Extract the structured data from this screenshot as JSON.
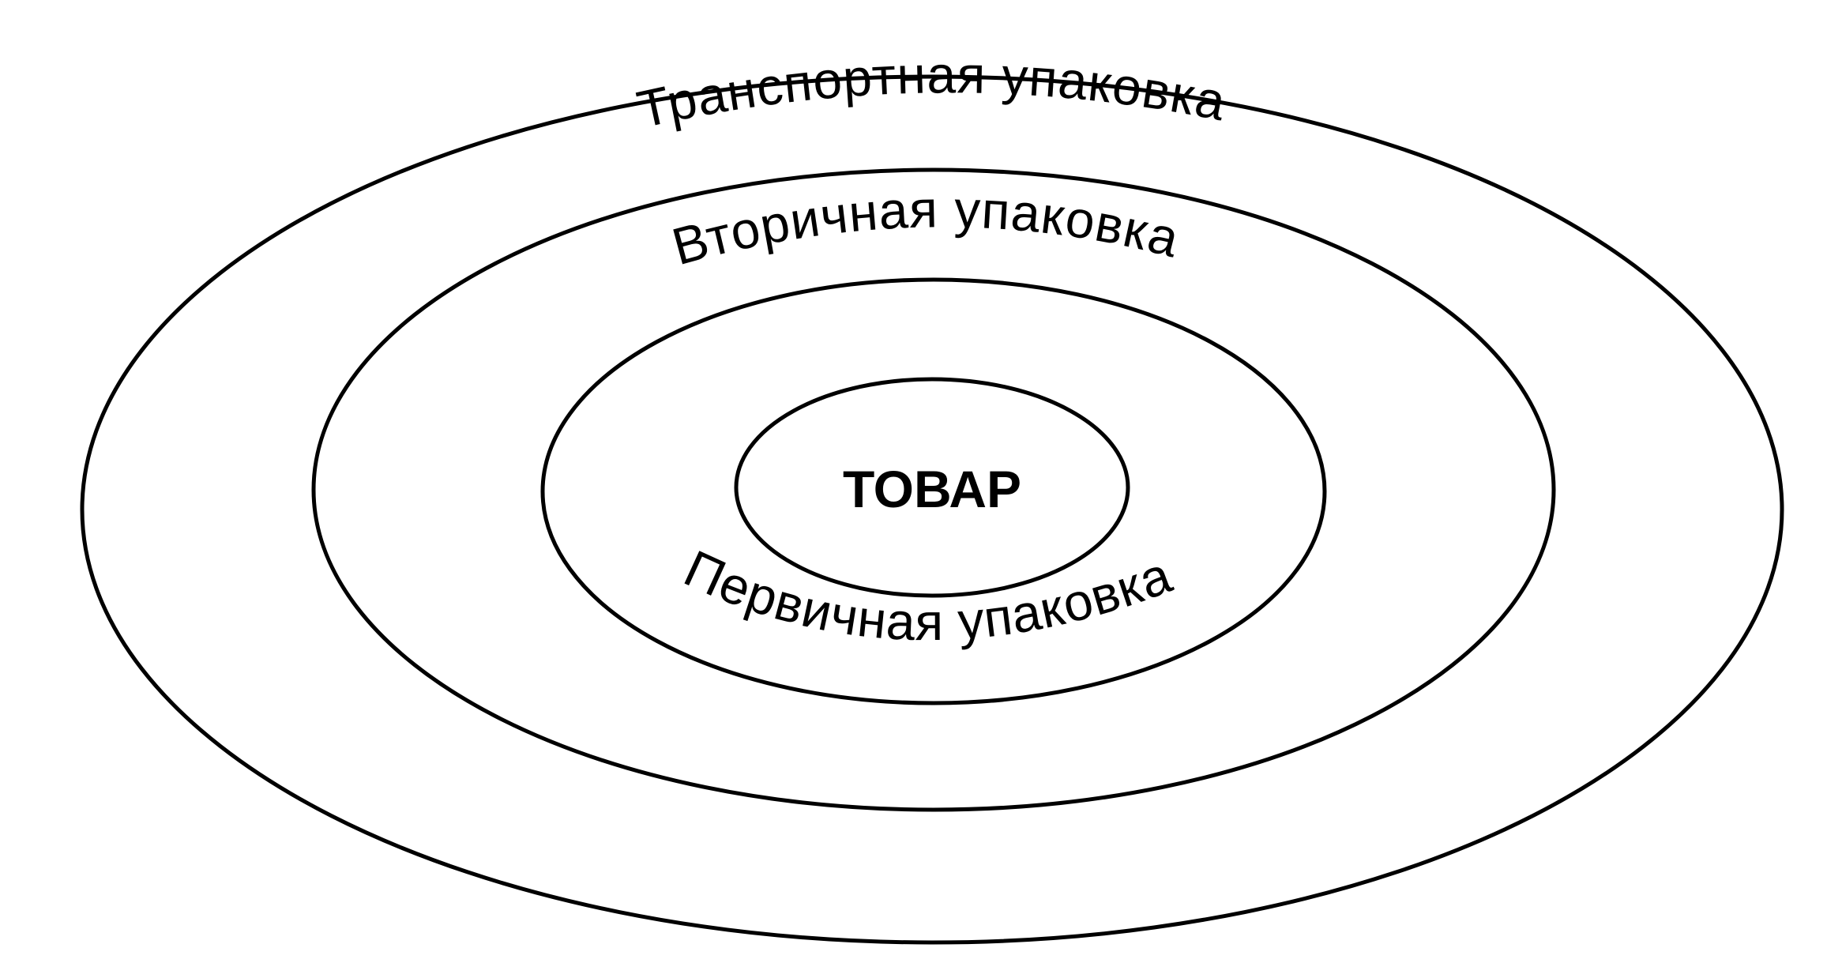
{
  "diagram": {
    "levels": [
      {
        "id": "transport",
        "label": "Транспортная упаковка"
      },
      {
        "id": "secondary",
        "label": "Вторичная упаковка"
      },
      {
        "id": "primary",
        "label": "Первичная упаковка"
      },
      {
        "id": "product",
        "label": "ТОВАР"
      }
    ],
    "colors": {
      "stroke": "#000000",
      "background": "#ffffff",
      "text": "#000000"
    }
  }
}
